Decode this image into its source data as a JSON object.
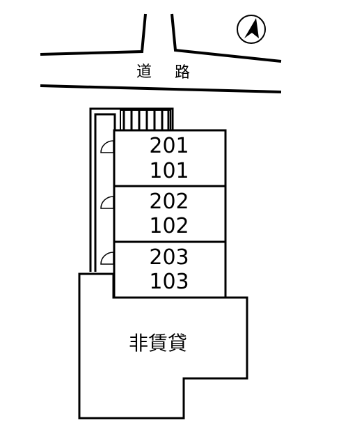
{
  "road": {
    "char1": "道",
    "char2": "路"
  },
  "building": {
    "units": [
      {
        "upper": "201",
        "lower": "101"
      },
      {
        "upper": "202",
        "lower": "102"
      },
      {
        "upper": "203",
        "lower": "103"
      }
    ]
  },
  "non_rental_label": "非賃貸",
  "compass": {
    "direction": "north-northeast"
  },
  "colors": {
    "line": "#000000",
    "background": "#ffffff"
  }
}
